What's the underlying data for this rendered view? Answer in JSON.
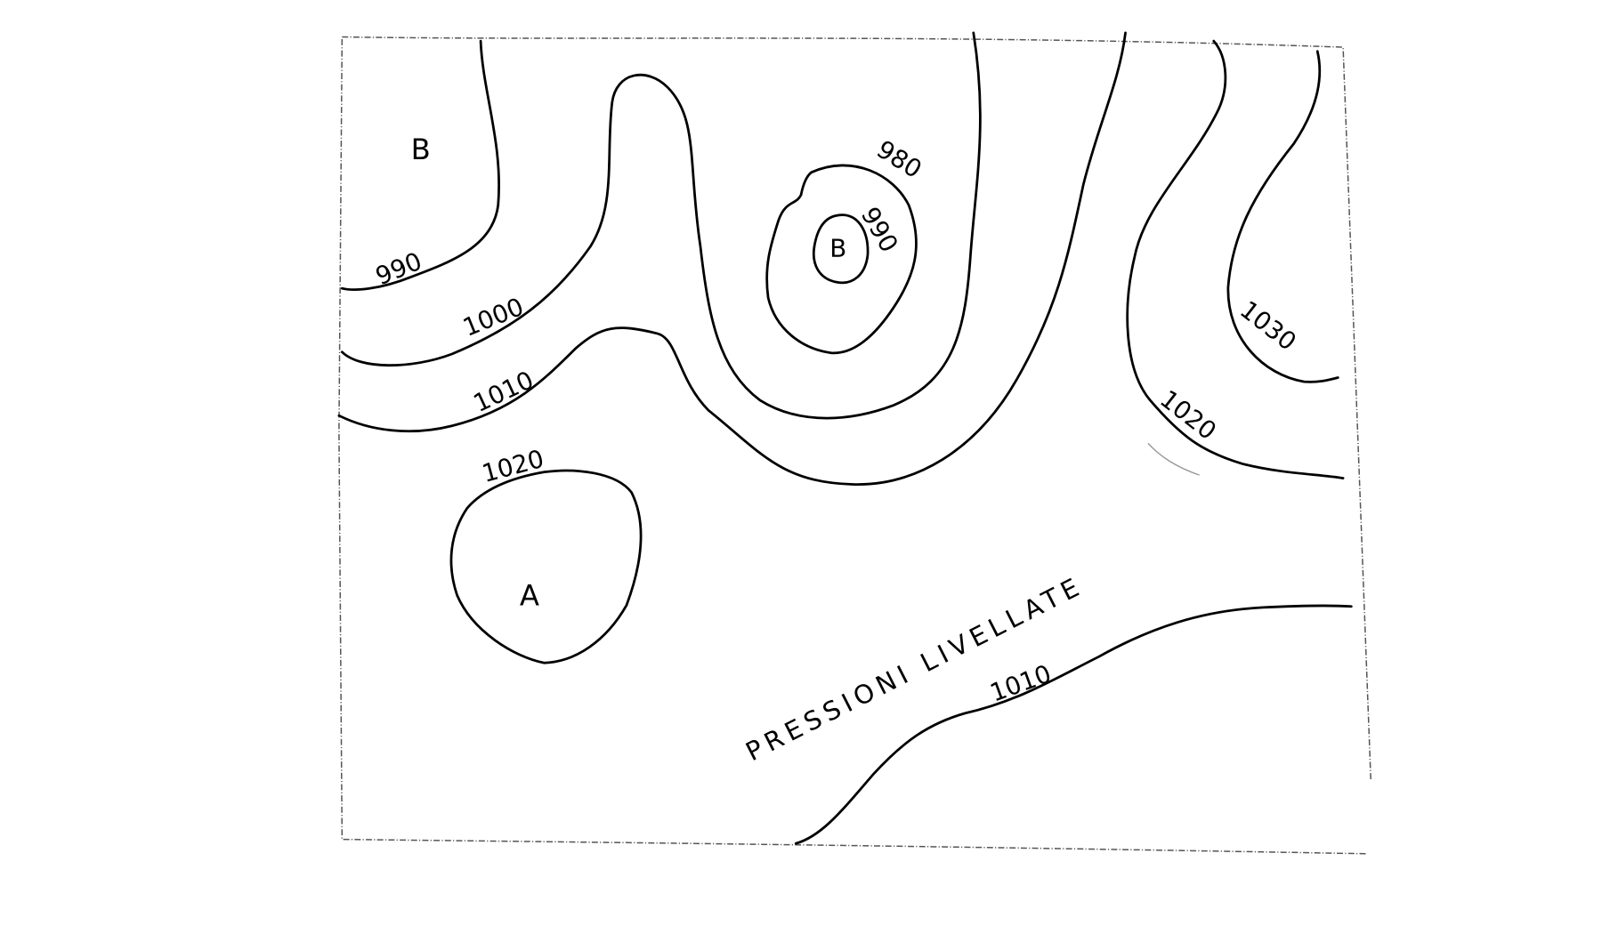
{
  "map": {
    "title": "PRESSIONI LIVELLATE",
    "centers": [
      {
        "id": "low-top-left",
        "letter": "B"
      },
      {
        "id": "low-center",
        "letter": "B"
      },
      {
        "id": "high-left",
        "letter": "A"
      }
    ],
    "isobar_labels": {
      "l990_left": "990",
      "l1000": "1000",
      "l1010_top": "1010",
      "l1020_left": "1020",
      "l980": "980",
      "l990_center": "990",
      "l1030": "1030",
      "l1020_right": "1020",
      "l1010_bottom": "1010"
    }
  }
}
